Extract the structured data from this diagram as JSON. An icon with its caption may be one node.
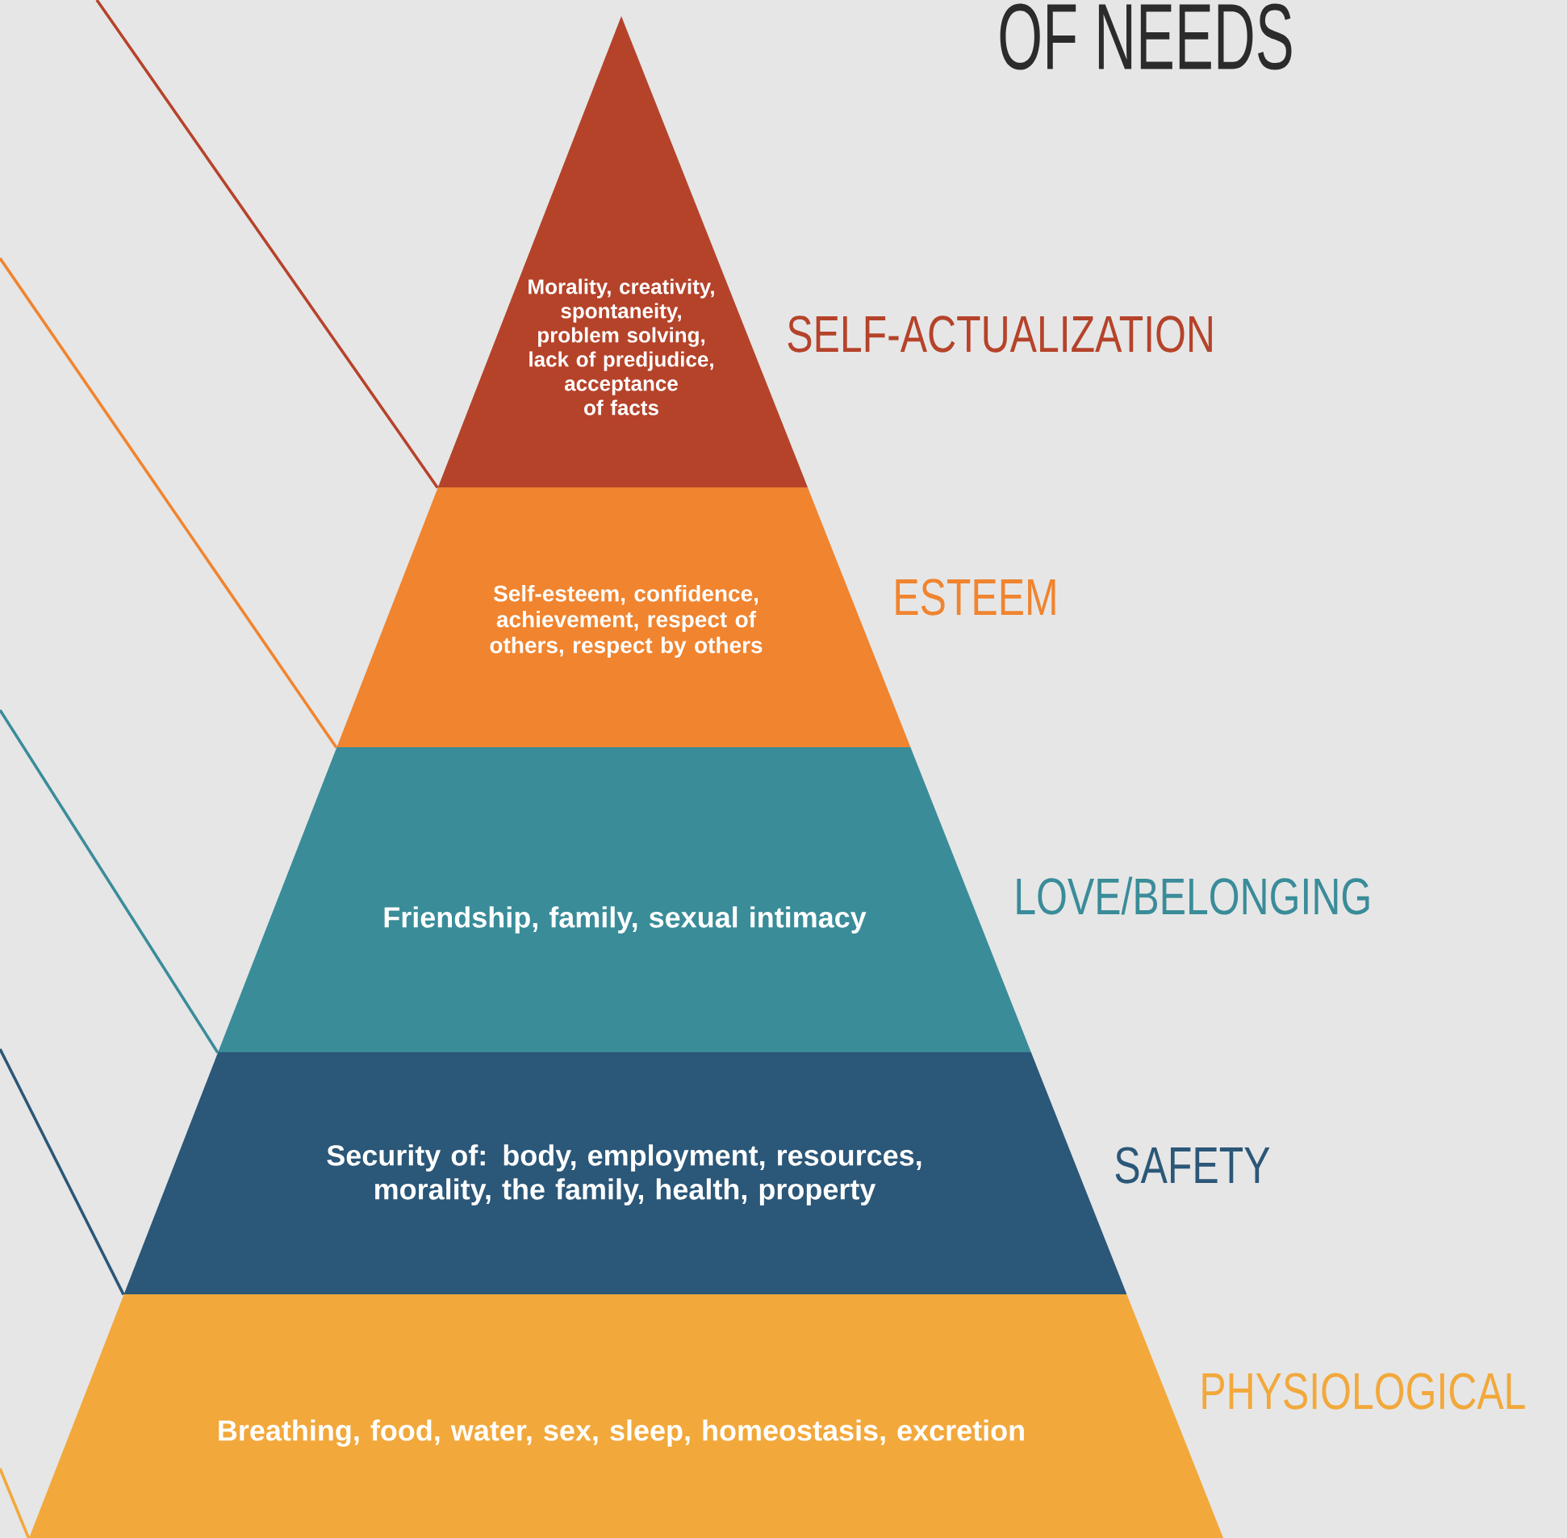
{
  "diagram": {
    "title": "OF NEEDS",
    "nodes": [
      {
        "text": [
          "Morality, creativity, spontaneity, problem solving, lack of predjudice, acceptance of facts",
          "SELF-ACTUALIZATION"
        ]
      },
      {
        "text": [
          "Self-esteem, confidence, achievement, respect of others, respect by others",
          "ESTEEM"
        ]
      },
      {
        "text": [
          "Friendship, family, sexual intimacy",
          "LOVE/BELONGING"
        ]
      },
      {
        "text": [
          "Security of: body, employment, resources, morality, the family, health, property",
          "SAFETY"
        ]
      },
      {
        "text": [
          "Breathing, food, water, sex, sleep, homeostasis, excretion",
          "PHYSIOLOGICAL"
        ]
      }
    ],
    "edges": [
      {
        "from": null,
        "to": 0,
        "arrow": "none",
        "color": "#b5432a"
      },
      {
        "from": null,
        "to": 1,
        "arrow": "none",
        "color": "#f0842f"
      },
      {
        "from": null,
        "to": 2,
        "arrow": "none",
        "color": "#3a8c99"
      },
      {
        "from": null,
        "to": 3,
        "arrow": "none",
        "color": "#2b5778"
      },
      {
        "from": null,
        "to": 4,
        "arrow": "none",
        "color": "#f2a83b"
      }
    ]
  }
}
